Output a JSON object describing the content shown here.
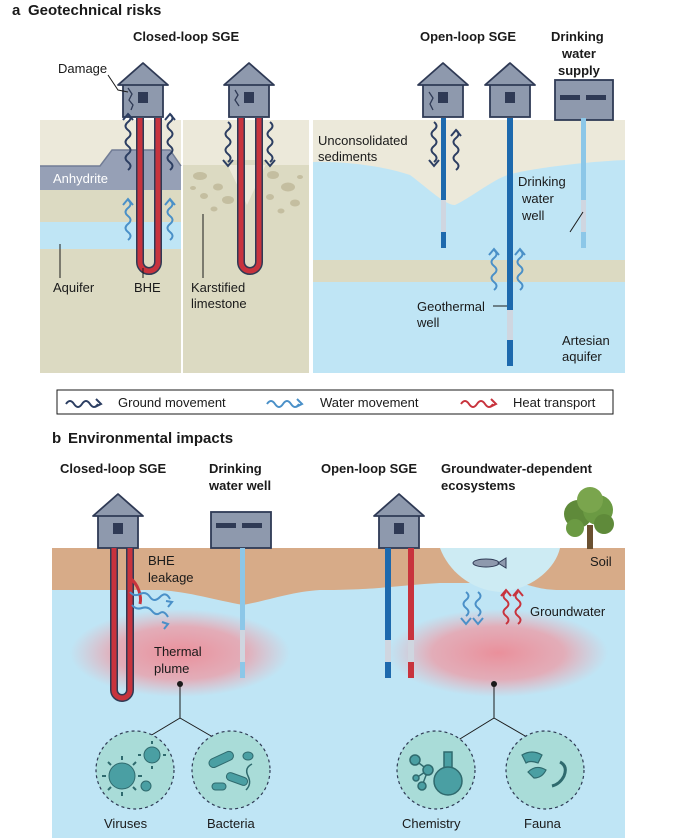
{
  "panel_a": {
    "letter": "a",
    "title": "Geotechnical risks",
    "headers": {
      "closed_loop": "Closed-loop SGE",
      "open_loop": "Open-loop SGE",
      "drinking_supply": [
        "Drinking",
        "water",
        "supply"
      ]
    },
    "labels": {
      "damage": "Damage",
      "anhydrite": "Anhydrite",
      "aquifer": "Aquifer",
      "bhe": "BHE",
      "karstified": [
        "Karstified",
        "limestone"
      ],
      "unconsolidated": [
        "Unconsolidated",
        "sediments"
      ],
      "drinking_well": [
        "Drinking",
        "water",
        "well"
      ],
      "geothermal_well": [
        "Geothermal",
        "well"
      ],
      "artesian": [
        "Artesian",
        "aquifer"
      ]
    }
  },
  "legend": {
    "ground": "Ground movement",
    "water": "Water movement",
    "heat": "Heat transport"
  },
  "panel_b": {
    "letter": "b",
    "title": "Environmental impacts",
    "headers": {
      "closed_loop": "Closed-loop SGE",
      "drinking_well": [
        "Drinking",
        "water well"
      ],
      "open_loop": "Open-loop SGE",
      "gde": [
        "Groundwater-dependent",
        "ecosystems"
      ]
    },
    "labels": {
      "bhe_leakage": [
        "BHE",
        "leakage"
      ],
      "thermal_plume": [
        "Thermal",
        "plume"
      ],
      "soil": "Soil",
      "groundwater": "Groundwater",
      "viruses": "Viruses",
      "bacteria": "Bacteria",
      "chemistry": "Chemistry",
      "fauna": "Fauna"
    }
  },
  "colors": {
    "house": "#8e99ad",
    "house_dark": "#2f3a55",
    "water": "#bfe5f5",
    "sand": "#dcdac2",
    "pale": "#ece9da",
    "soil": "#d7ab88",
    "heat": "#c8333d",
    "water_arrow": "#4a90c8",
    "ground_arrow": "#2c3e62",
    "well_blue": "#1d69ad"
  }
}
